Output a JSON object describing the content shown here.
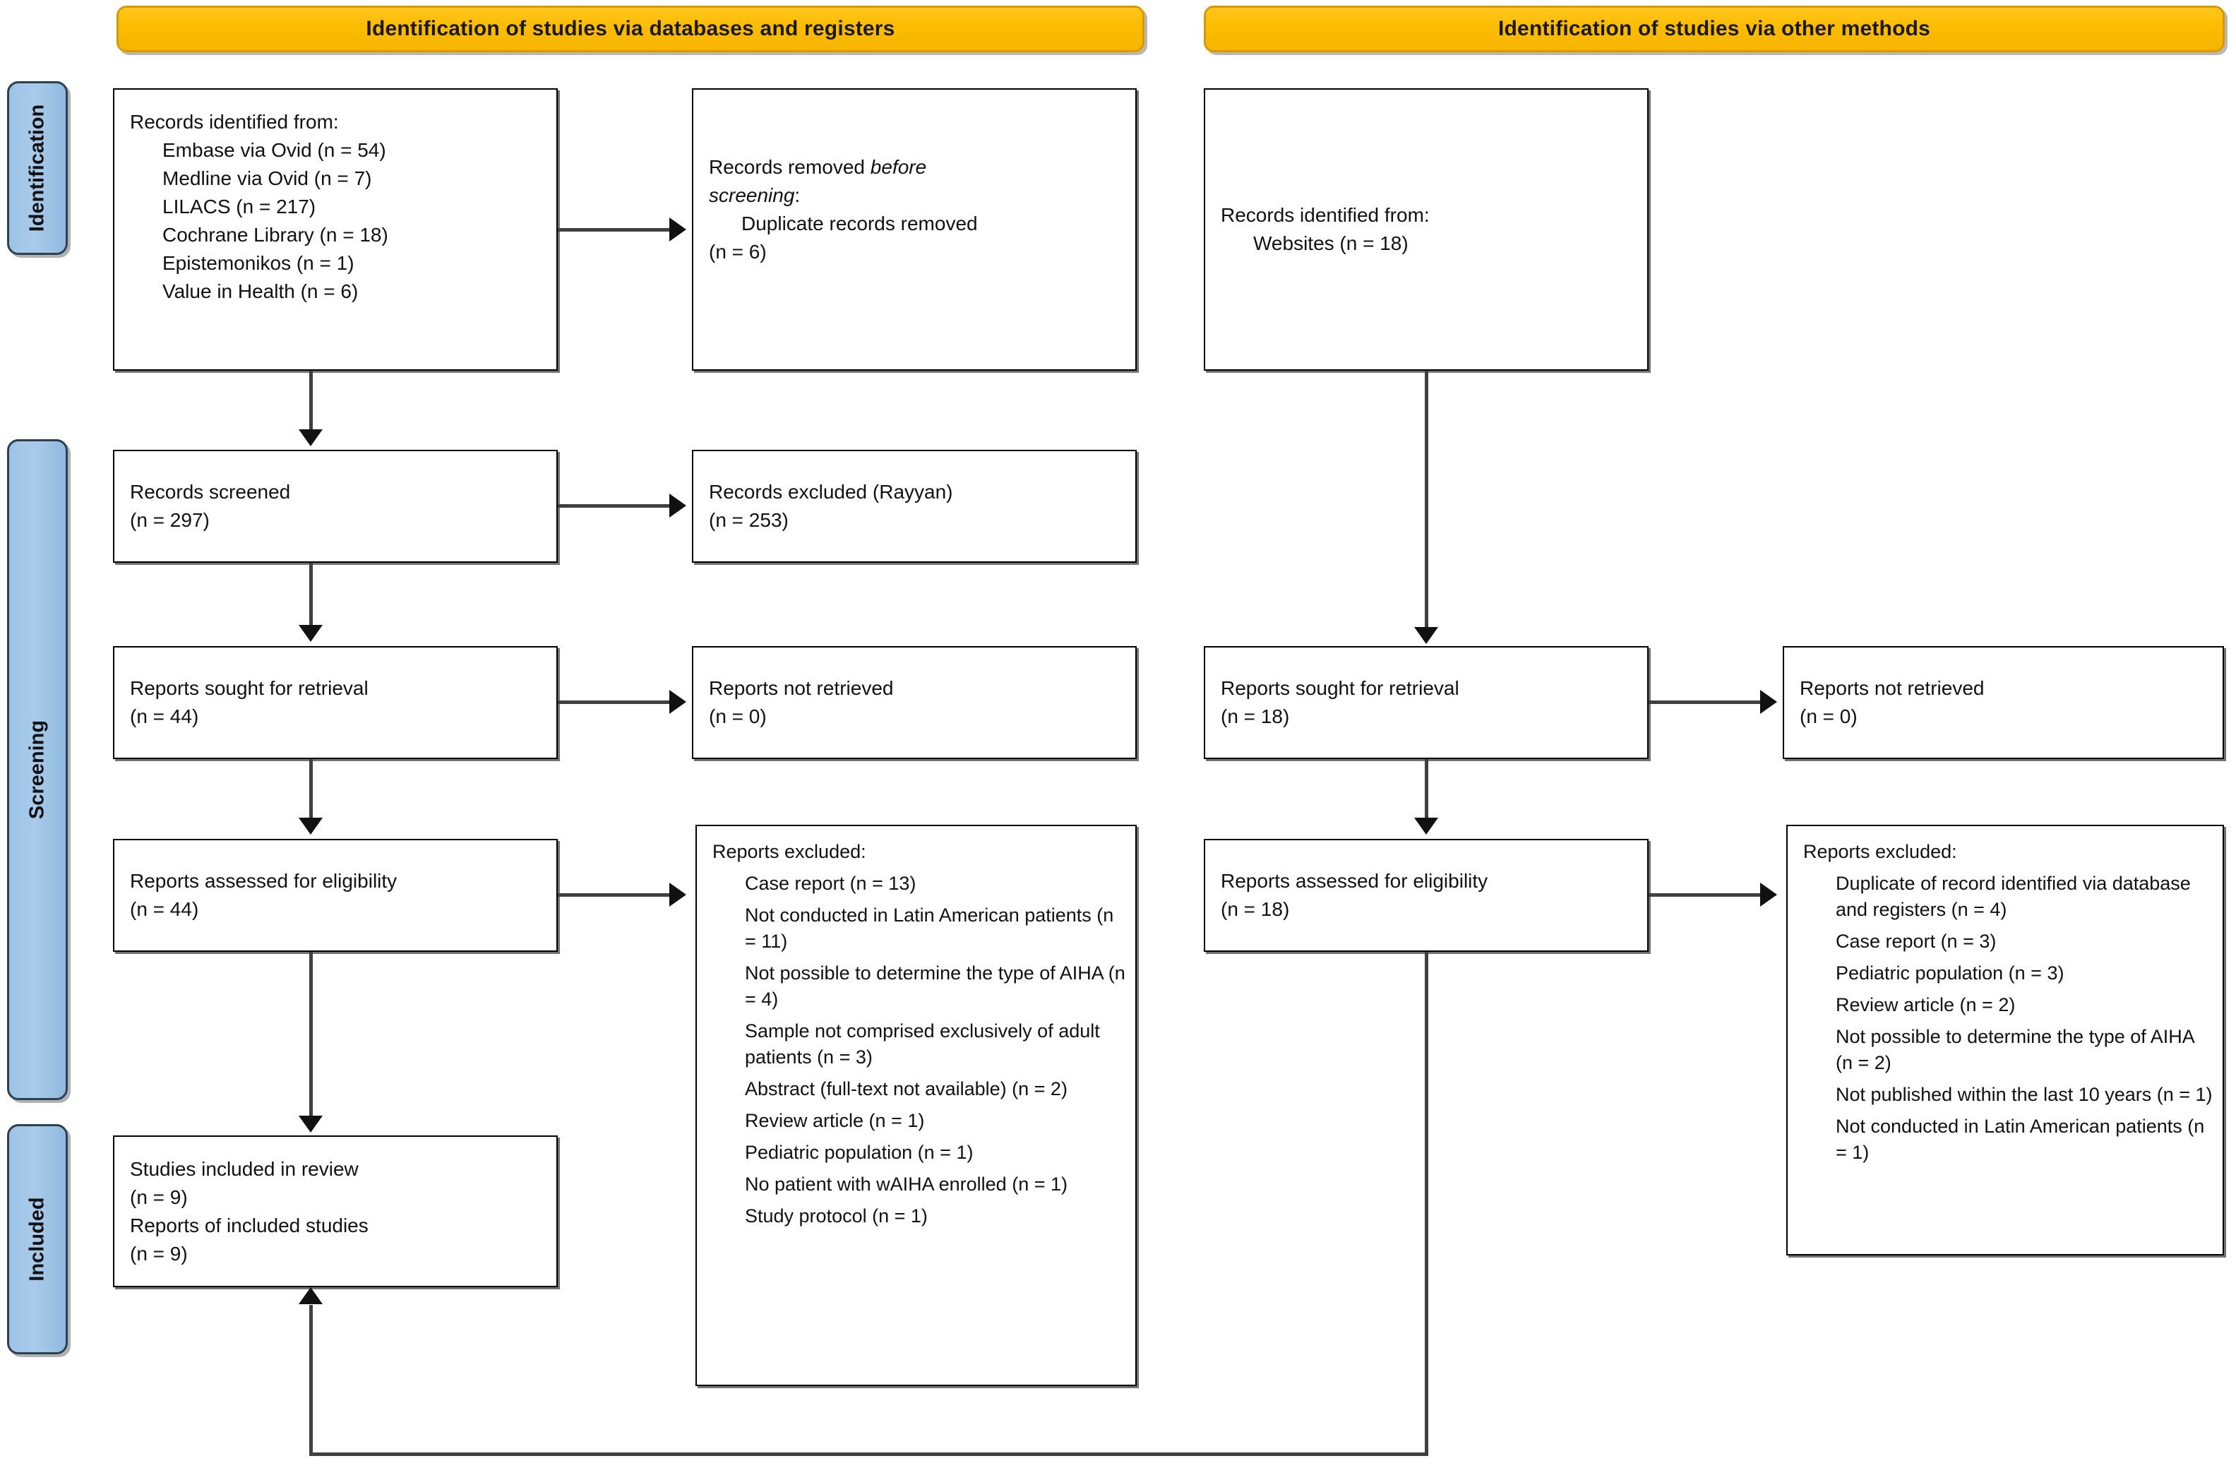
{
  "diagram": {
    "title": "PRISMA 2020 flow diagram",
    "colors": {
      "banner_fill": "#fcbc00",
      "banner_border": "#d79b00",
      "stage_fill": "#9dc3e6",
      "stage_border": "#2f3f52",
      "box_border": "#000000",
      "connector": "#404040"
    }
  },
  "banners": {
    "left": "Identification of studies via databases and registers",
    "right": "Identification of studies via other methods"
  },
  "stages": [
    {
      "label": "Identification"
    },
    {
      "label": "Screening"
    },
    {
      "label": "Included"
    }
  ],
  "left_column": {
    "identified": {
      "heading": "Records identified from:",
      "sources": [
        "Embase via Ovid (n = 54)",
        "Medline via Ovid (n = 7)",
        "LILACS (n = 217)",
        "Cochrane Library (n = 18)",
        "Epistemonikos (n = 1)",
        "Value in Health (n = 6)"
      ]
    },
    "removed": {
      "line1": "Records removed ",
      "line1_italic": "before",
      "line2_italic": "screening",
      "line2_tail": ":",
      "item": "Duplicate records removed",
      "count": "(n = 6)"
    },
    "screened": {
      "label": "Records screened",
      "count": "(n = 297)"
    },
    "excluded_rayyan": {
      "label": "Records excluded (Rayyan)",
      "count": "(n = 253)"
    },
    "sought": {
      "label": "Reports sought for retrieval",
      "count": "(n = 44)"
    },
    "not_retrieved": {
      "label": "Reports not retrieved",
      "count": "(n = 0)"
    },
    "assessed": {
      "label": "Reports assessed for eligibility",
      "count": "(n = 44)"
    },
    "reports_excluded": {
      "heading": "Reports excluded:",
      "reasons": [
        "Case report (n = 13)",
        "Not conducted in Latin American patients (n = 11)",
        "Not possible to determine the type of AIHA (n = 4)",
        "Sample not comprised exclusively of adult patients (n = 3)",
        "Abstract (full-text not available) (n = 2)",
        "Review article (n = 1)",
        "Pediatric population (n = 1)",
        "No patient with wAIHA enrolled (n = 1)",
        "Study protocol (n = 1)"
      ]
    },
    "included": {
      "line1": "Studies included in review",
      "count1": "(n = 9)",
      "line2": "Reports of included studies",
      "count2": "(n = 9)"
    }
  },
  "right_column": {
    "identified": {
      "heading": "Records identified from:",
      "sources": [
        "Websites (n = 18)"
      ]
    },
    "sought": {
      "label": "Reports sought for retrieval",
      "count": "(n = 18)"
    },
    "not_retrieved": {
      "label": "Reports not retrieved",
      "count": "(n = 0)"
    },
    "assessed": {
      "label": "Reports assessed for eligibility",
      "count": "(n = 18)"
    },
    "reports_excluded": {
      "heading": "Reports excluded:",
      "reasons": [
        "Duplicate of record identified via database and registers (n = 4)",
        "Case report (n = 3)",
        "Pediatric population (n = 3)",
        "Review article (n = 2)",
        "Not possible to determine the type of AIHA (n = 2)",
        "Not published within the last 10 years (n = 1)",
        "Not conducted in Latin American patients (n = 1)"
      ]
    }
  },
  "chart_data": {
    "type": "table",
    "title": "PRISMA 2020 flow diagram",
    "databases_registers": {
      "records_identified": {
        "Embase via Ovid": 54,
        "Medline via Ovid": 7,
        "LILACS": 217,
        "Cochrane Library": 18,
        "Epistemonikos": 1,
        "Value in Health": 6
      },
      "duplicate_records_removed": 6,
      "records_screened": 297,
      "records_excluded_rayyan": 253,
      "reports_sought_for_retrieval": 44,
      "reports_not_retrieved": 0,
      "reports_assessed_for_eligibility": 44,
      "reports_excluded": {
        "Case report": 13,
        "Not conducted in Latin American patients": 11,
        "Not possible to determine the type of AIHA": 4,
        "Sample not comprised exclusively of adult patients": 3,
        "Abstract (full-text not available)": 2,
        "Review article": 1,
        "Pediatric population": 1,
        "No patient with wAIHA enrolled": 1,
        "Study protocol": 1
      }
    },
    "other_methods": {
      "records_identified": {
        "Websites": 18
      },
      "reports_sought_for_retrieval": 18,
      "reports_not_retrieved": 0,
      "reports_assessed_for_eligibility": 18,
      "reports_excluded": {
        "Duplicate of record identified via database and registers": 4,
        "Case report": 3,
        "Pediatric population": 3,
        "Review article": 2,
        "Not possible to determine the type of AIHA": 2,
        "Not published within the last 10 years": 1,
        "Not conducted in Latin American patients": 1
      }
    },
    "included": {
      "studies_included_in_review": 9,
      "reports_of_included_studies": 9
    }
  }
}
